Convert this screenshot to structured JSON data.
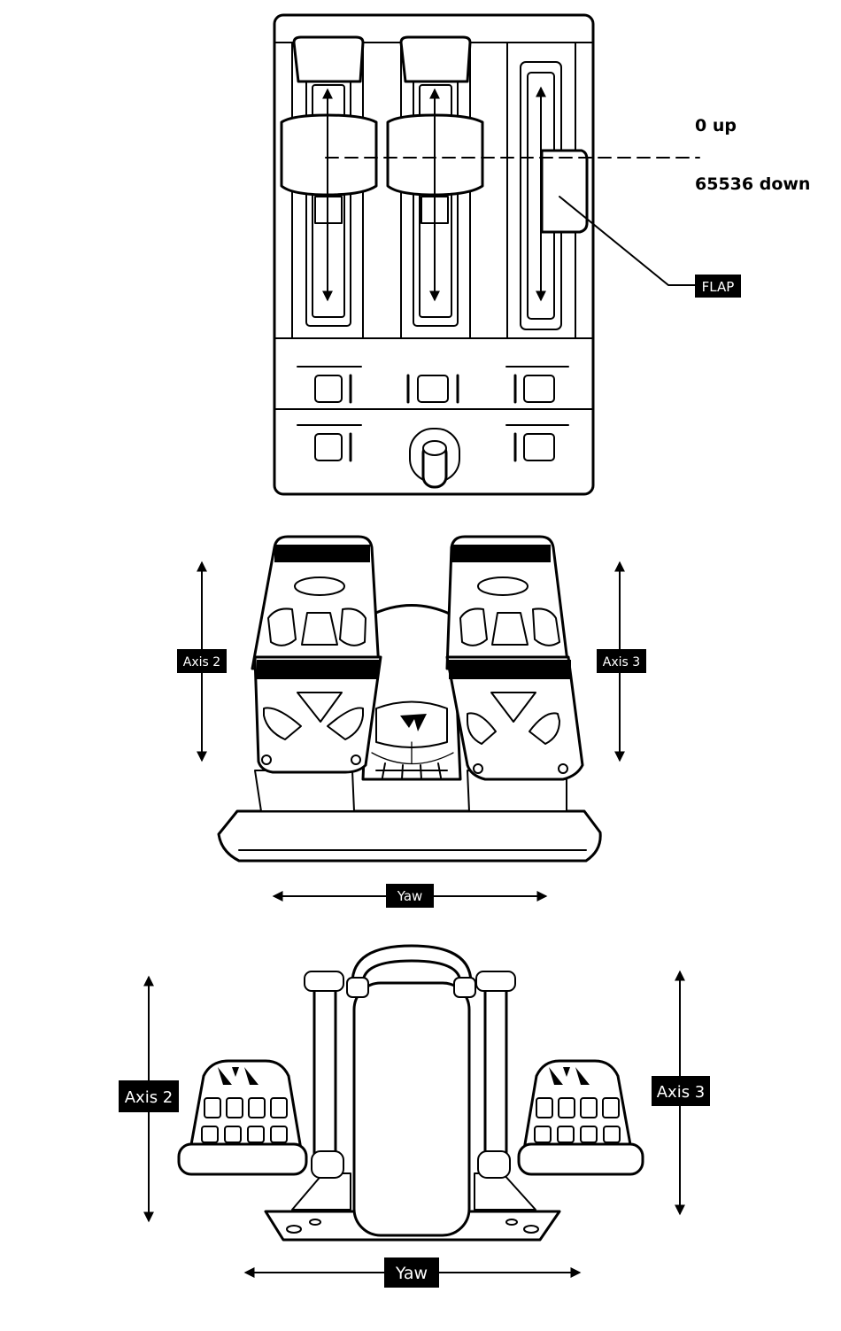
{
  "throttle": {
    "flap_up_text": "0 up",
    "flap_down_text": "65536 down",
    "flap_label": "FLAP"
  },
  "pedals_front": {
    "left_axis_label": "Axis 2",
    "right_axis_label": "Axis 3",
    "yaw_label": "Yaw"
  },
  "pedals_side": {
    "left_axis_label": "Axis 2",
    "right_axis_label": "Axis 3",
    "yaw_label": "Yaw"
  },
  "colors": {
    "line": "#000000",
    "label_background": "#000000",
    "label_text": "#ffffff",
    "background": "#ffffff"
  }
}
